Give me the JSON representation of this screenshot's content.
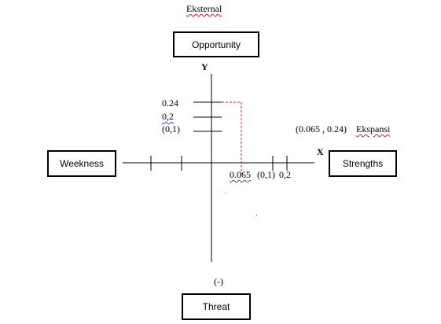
{
  "top_label": "Eksternal",
  "boxes": {
    "top": "Opportunity",
    "left": "Weekness",
    "right": "Strengths",
    "bottom": "Threat"
  },
  "axes": {
    "y_label": "Y",
    "x_label": "X"
  },
  "y_ticks": [
    "0.24",
    "0,2",
    "(0,1)"
  ],
  "x_tick_labels": {
    "a": "0.065",
    "b": "(0,1)",
    "c": "0,2"
  },
  "point_label": "(0.065 , 0.24)",
  "quadrant_label": "Ekspansi",
  "bottom_sign": "(-)",
  "colors": {
    "dashed_guide": "#d22222",
    "spell_red": "#dd1122",
    "spell_blue": "#2b4fd6"
  }
}
